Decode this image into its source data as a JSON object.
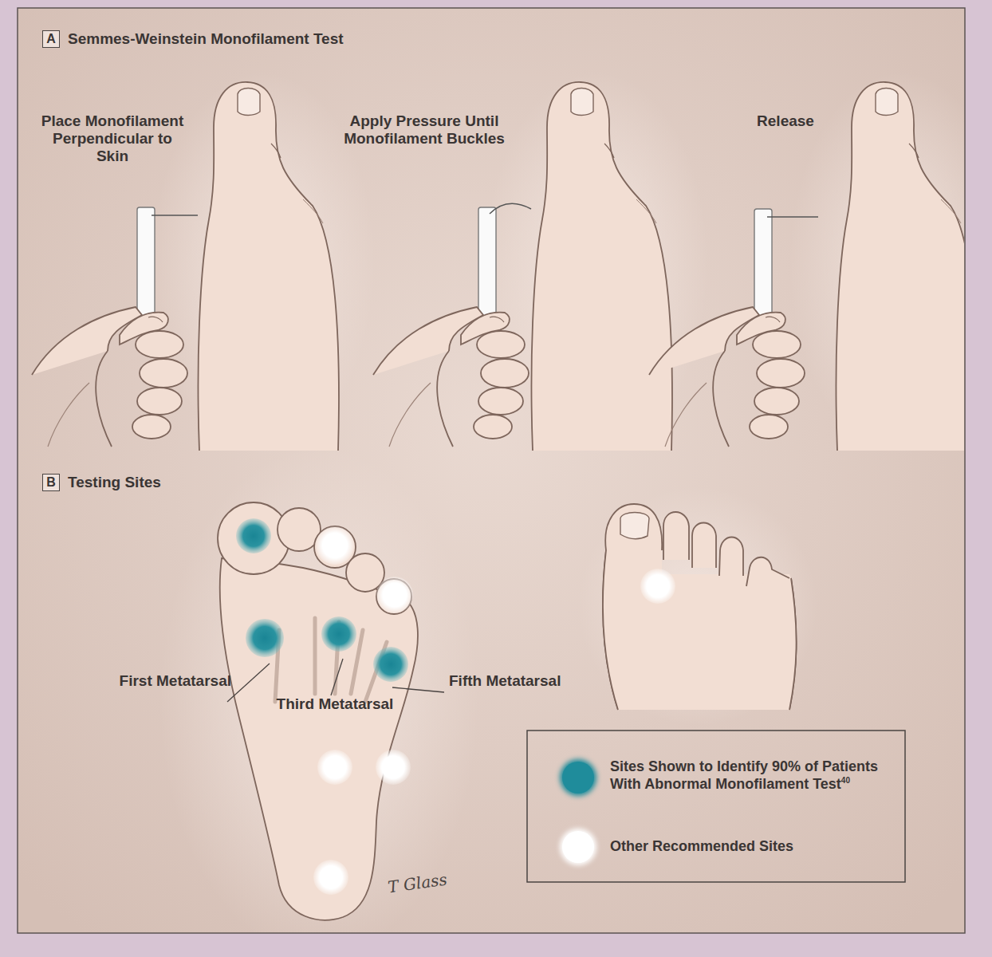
{
  "diagram": {
    "nodes": [
      {
        "text": [
          "A",
          "Semmes-Weinstein Monofilament Test"
        ]
      },
      {
        "text": [
          "B",
          "Testing Sites"
        ]
      }
    ],
    "labels": [
      "Place Monofilament Perpendicular to Skin",
      "Apply Pressure Until Monofilament Buckles",
      "Release",
      "First Metatarsal",
      "Third Metatarsal",
      "Fifth Metatarsal",
      "T Glass",
      "40"
    ],
    "legend": [
      {
        "text": "Sites Shown to Identify 90% of Patients With Abnormal Monofilament Test",
        "color": "#1f8c9b"
      },
      {
        "text": "Other Recommended Sites",
        "color": "#ffffff"
      }
    ]
  }
}
